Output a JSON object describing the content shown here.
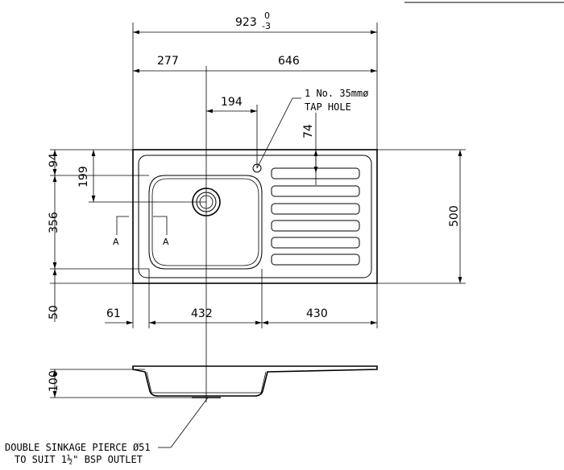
{
  "dimensions": {
    "overall_width": "923",
    "tol_upper": "0",
    "tol_lower": "-3",
    "left_to_center": "277",
    "center_to_right": "646",
    "tap_offset": "194",
    "tap_from_top": "74",
    "top_margin": "94",
    "waste_from_top": "199",
    "bowl_height": "356",
    "bottom_margin": "50",
    "overall_height": "500",
    "left_margin": "61",
    "bowl_width": "432",
    "drainer_width": "430",
    "depth": "100"
  },
  "labels": {
    "tap_hole_line1": "1 No. 35mmø",
    "tap_hole_line2": "TAP HOLE",
    "section_a_left": "A",
    "section_a_right": "A",
    "outlet_line1": "DOUBLE SINKAGE PIERCE Ø51",
    "outlet_line2": "TO SUIT 1½\" BSP OUTLET"
  }
}
